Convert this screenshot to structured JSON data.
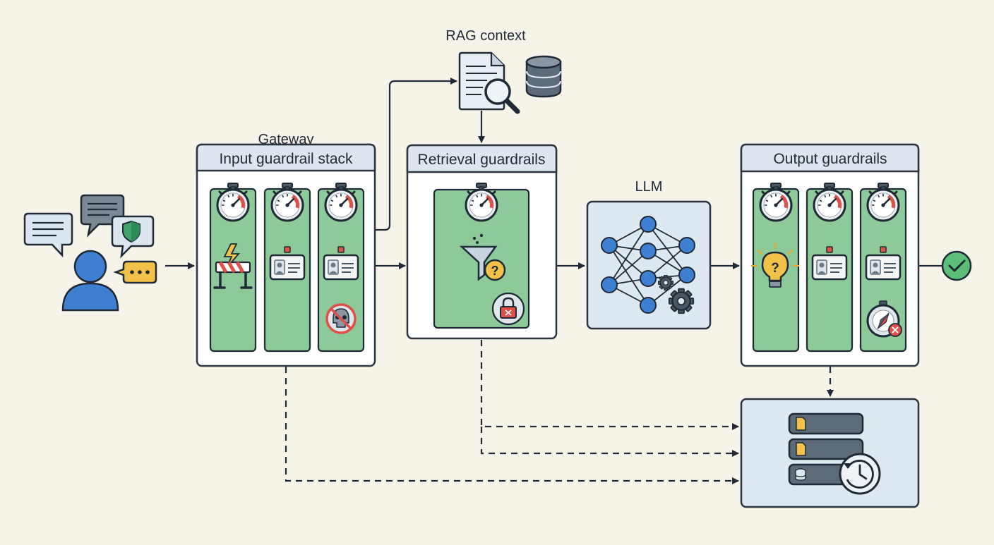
{
  "labels": {
    "rag_context": "RAG context",
    "gateway": "Gateway",
    "input_stack": "Input guardrail stack",
    "retrieval": "Retrieval guardrails",
    "llm": "LLM",
    "output": "Output guardrails"
  },
  "colors": {
    "background": "#f6f3e9",
    "panel_border": "#2b3440",
    "header_fill": "#dde6ee",
    "column_fill": "#8ec99a",
    "llm_fill": "#dde8f0",
    "node_blue": "#3f7fd1",
    "check_green": "#5bbf7a",
    "stroke": "#1f2a36"
  },
  "icons": {
    "user": "user-icon",
    "chat": "chat-bubble-icon",
    "shield": "shield-icon",
    "typing": "typing-bubble-icon",
    "stopwatch": "stopwatch-gauge-icon",
    "barrier": "barrier-lightning-icon",
    "id_card": "id-card-icon",
    "no_malware": "no-skull-icon",
    "document_search": "document-search-icon",
    "database": "database-icon",
    "funnel": "funnel-question-icon",
    "lock": "lock-icon",
    "neural": "neural-network-icon",
    "gears": "gears-icon",
    "bulb": "lightbulb-question-icon",
    "compass": "compass-blocked-icon",
    "check": "check-circle-icon",
    "log_store": "log-storage-icon",
    "history": "history-clock-icon"
  }
}
